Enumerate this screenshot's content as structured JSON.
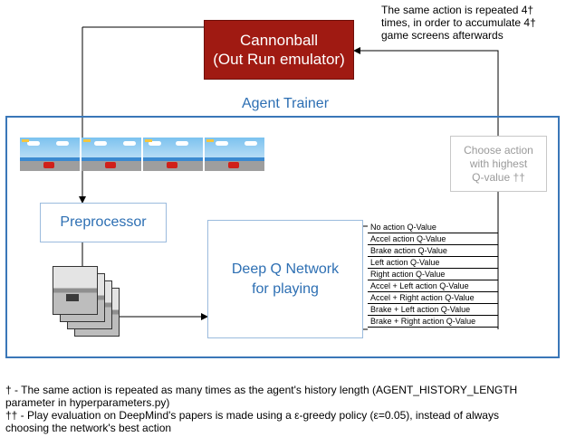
{
  "cannonball": {
    "line1": "Cannonball",
    "line2": "(Out Run emulator)"
  },
  "note": {
    "line1": "The same action is repeated 4†",
    "line2": "times, in order to accumulate 4†",
    "line3": "game screens afterwards"
  },
  "agent_trainer_title": "Agent Trainer",
  "preprocessor_label": "Preprocessor",
  "dqn": {
    "line1": "Deep Q Network",
    "line2": "for playing"
  },
  "choose": {
    "line1": "Choose action",
    "line2": "with highest",
    "line3": "Q-value ††"
  },
  "q_values": [
    "No action Q-Value",
    "Accel action Q-Value",
    "Brake action Q-Value",
    "Left action Q-Value",
    "Right action Q-Value",
    "Accel + Left action Q-Value",
    "Accel + Right action Q-Value",
    "Brake + Left action Q-Value",
    "Brake + Right action Q-Value"
  ],
  "footnotes": {
    "line1": "† - The same action is repeated as many times as the agent's history length (AGENT_HISTORY_LENGTH",
    "line2": "parameter in hyperparameters.py)",
    "line3": "†† - Play evaluation on DeepMind's papers is made using a ε-greedy policy (ε=0.05), instead of always",
    "line4": "choosing the network's best action"
  },
  "colors": {
    "cannonball_fill": "#a01a12",
    "trainer_blue": "#3a77b8",
    "label_blue": "#2d6fb3",
    "choose_gray": "#9a9a9a"
  }
}
